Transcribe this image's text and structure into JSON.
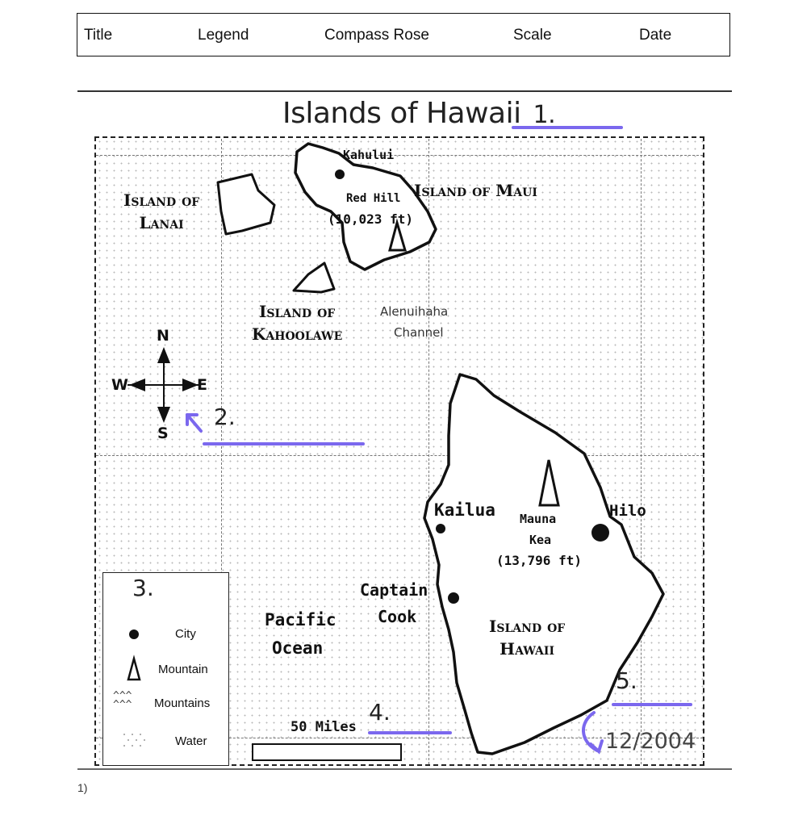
{
  "word_bank": [
    "Title",
    "Legend",
    "Compass Rose",
    "Scale",
    "Date"
  ],
  "map": {
    "title": "Islands of Hawaii",
    "places": {
      "kahului": "Kahului",
      "red_hill": "Red Hill",
      "red_hill_elev": "(10,023 ft)",
      "kailua": "Kailua",
      "hilo": "Hilo",
      "mauna_kea": "Mauna",
      "mauna_kea_2": "Kea",
      "mauna_kea_elev": "(13,796 ft)",
      "captain": "Captain",
      "cook": "Cook",
      "channel": "Alenuihaha",
      "channel_2": "Channel",
      "ocean": "Pacific",
      "ocean_2": "Ocean"
    },
    "islands": {
      "lanai": [
        "Island of",
        "Lanai"
      ],
      "maui": "Island of Maui",
      "kahoolawe": [
        "Island of",
        "Kahoolawe"
      ],
      "hawaii": [
        "Island of",
        "Hawaii"
      ]
    },
    "compass": {
      "n": "N",
      "s": "S",
      "e": "E",
      "w": "W"
    },
    "legend": {
      "items": [
        "City",
        "Mountain",
        "Mountains",
        "Water"
      ],
      "mountains_symbol": "^^^\n^^^"
    },
    "scale_label": "50 Miles",
    "date": "12/2004"
  },
  "blanks": [
    "1.",
    "2.",
    "3.",
    "4.",
    "5."
  ],
  "footer": "1)",
  "colors": {
    "answer_line": "#7b68ee",
    "ink": "#111111"
  }
}
